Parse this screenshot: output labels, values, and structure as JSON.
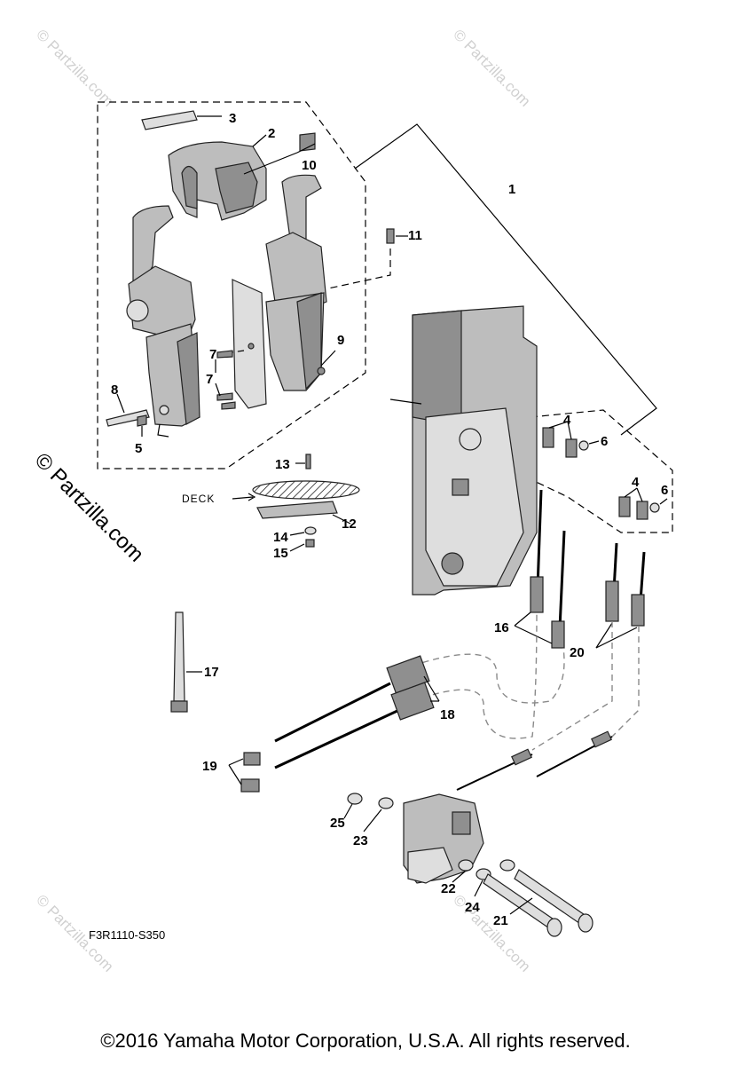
{
  "callouts": [
    "1",
    "2",
    "3",
    "4",
    "4",
    "5",
    "6",
    "6",
    "7",
    "7",
    "8",
    "9",
    "10",
    "11",
    "12",
    "13",
    "14",
    "15",
    "16",
    "17",
    "18",
    "19",
    "20",
    "21",
    "22",
    "23",
    "24",
    "25"
  ],
  "deck_label": "DECK",
  "diagram_code": "F3R1110-S350",
  "watermarks": {
    "small": "© Partzilla.com",
    "large": "© Partzilla.com"
  },
  "copyright": "©2016  Yamaha Motor Corporation, U.S.A. All rights reserved.",
  "colors": {
    "part_fill": "#bdbdbd",
    "watermark": "#d0d0d0"
  }
}
